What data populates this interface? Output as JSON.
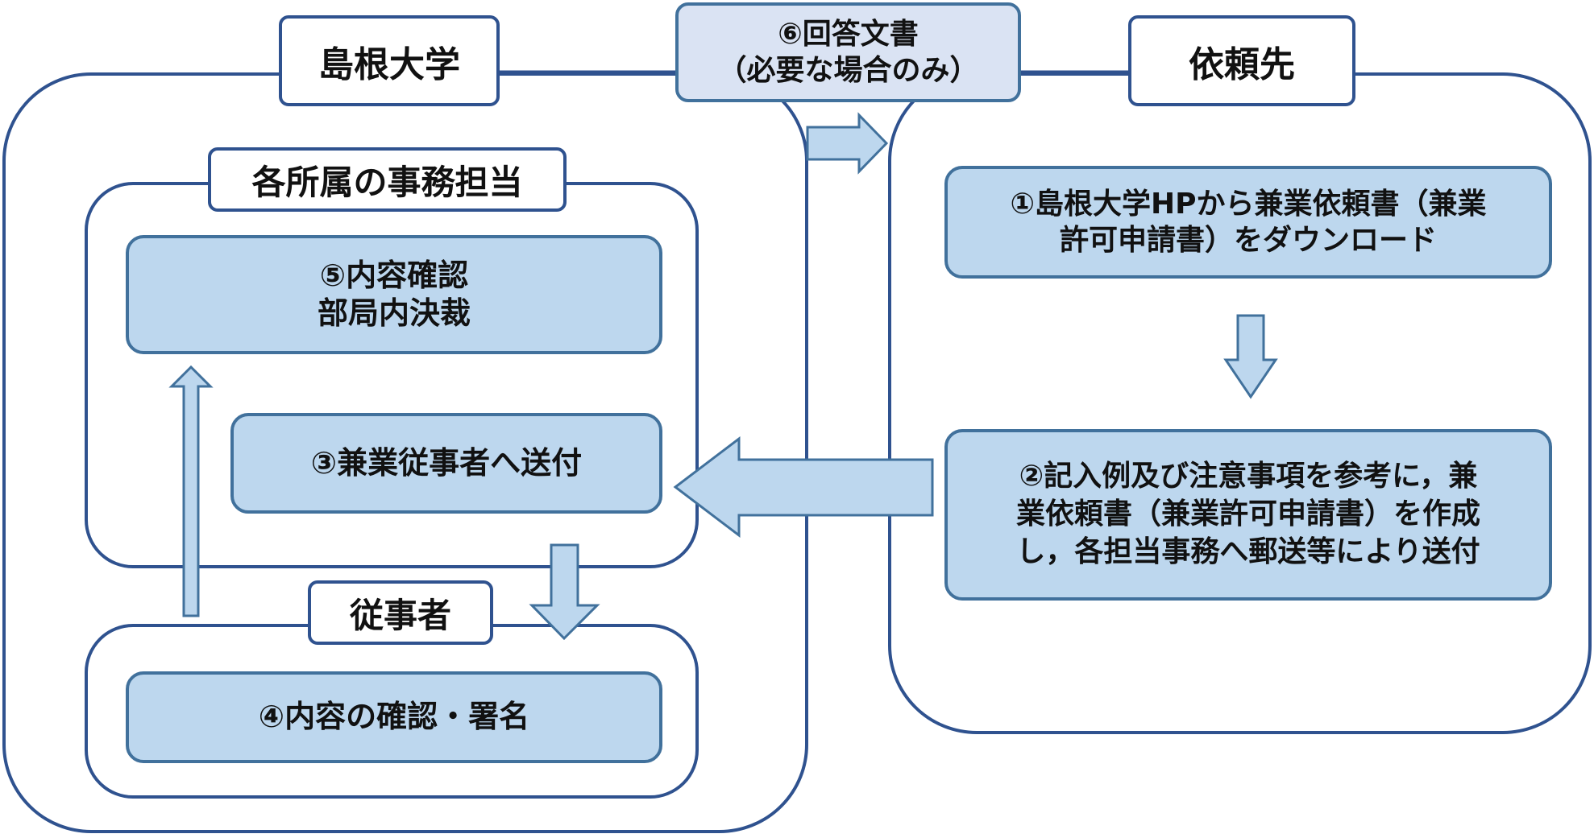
{
  "university": {
    "title": "島根大学"
  },
  "office": {
    "title": "各所属の事務担当"
  },
  "worker": {
    "title": "従事者"
  },
  "requester": {
    "title": "依頼先"
  },
  "steps": {
    "s1": {
      "lines": [
        "①島根大学HPから兼業依頼書（兼業",
        "許可申請書）をダウンロード"
      ]
    },
    "s2": {
      "lines": [
        "②記入例及び注意事項を参考に，兼",
        "業依頼書（兼業許可申請書）を作成",
        "し，各担当事務へ郵送等により送付"
      ]
    },
    "s3": {
      "lines": [
        "③兼業従事者へ送付"
      ]
    },
    "s4": {
      "lines": [
        "④内容の確認・署名"
      ]
    },
    "s5": {
      "lines": [
        "⑤内容確認",
        "部局内決裁"
      ]
    },
    "s6": {
      "lines": [
        "⑥回答文書",
        "（必要な場合のみ）"
      ]
    }
  },
  "colors": {
    "border": "#2f528f",
    "step_fill": "#bdd7ee",
    "step_border": "#41719c",
    "label_fill": "#ffffff",
    "s6_fill": "#dae3f3"
  }
}
